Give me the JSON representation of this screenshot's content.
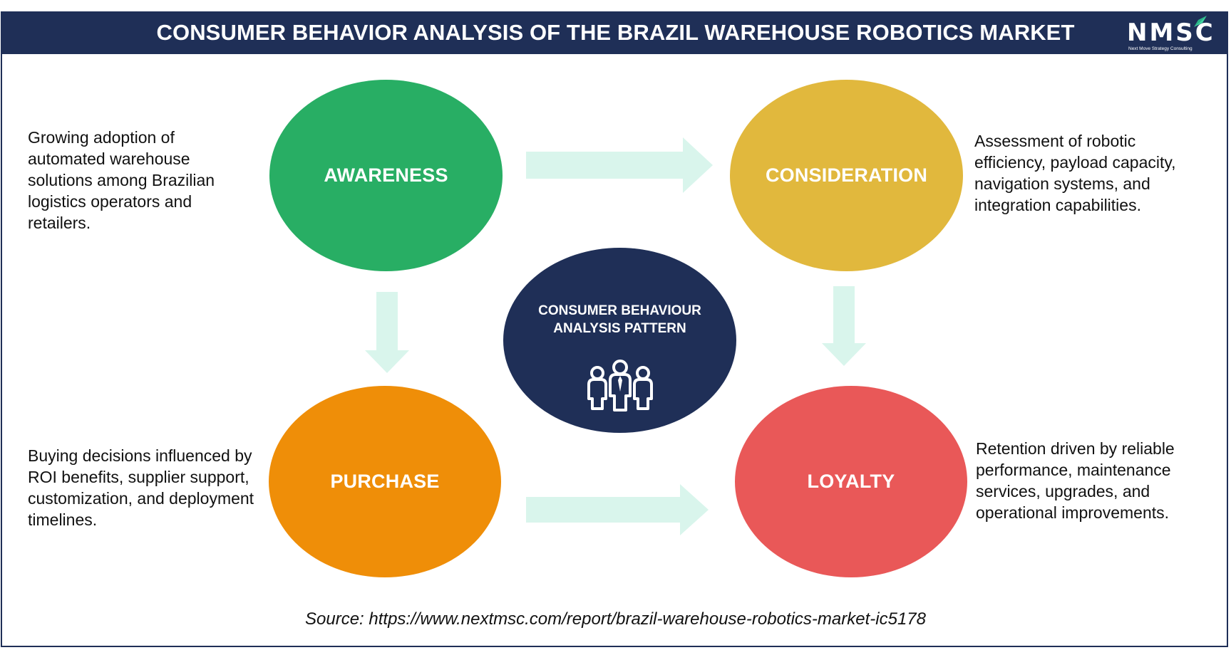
{
  "header": {
    "title": "CONSUMER BEHAVIOR ANALYSIS OF THE BRAZIL WAREHOUSE ROBOTICS MARKET",
    "background": "#1f2f57"
  },
  "logo": {
    "text": "NMSC",
    "subtitle": "Next Move Strategy Consulting",
    "accent": "#3fd4a0"
  },
  "stages": {
    "awareness": {
      "label": "AWARENESS",
      "color": "#28ae64",
      "description": "Growing adoption of automated warehouse solutions among Brazilian logistics operators and retailers."
    },
    "consideration": {
      "label": "CONSIDERATION",
      "color": "#e1b83d",
      "description": "Assessment of robotic efficiency, payload capacity, navigation systems, and integration capabilities."
    },
    "purchase": {
      "label": "PURCHASE",
      "color": "#ef8e08",
      "description": "Buying decisions influenced by ROI benefits, supplier support, customization, and deployment timelines."
    },
    "loyalty": {
      "label": "LOYALTY",
      "color": "#e95858",
      "description": "Retention driven by reliable performance, maintenance services, upgrades, and operational improvements."
    }
  },
  "center": {
    "title": "CONSUMER BEHAVIOUR ANALYSIS PATTERN",
    "icon": "people-group-icon",
    "color": "#1f2f57"
  },
  "arrows": {
    "color": "#d9f5ec"
  },
  "source": "Source: https://www.nextmsc.com/report/brazil-warehouse-robotics-market-ic5178"
}
